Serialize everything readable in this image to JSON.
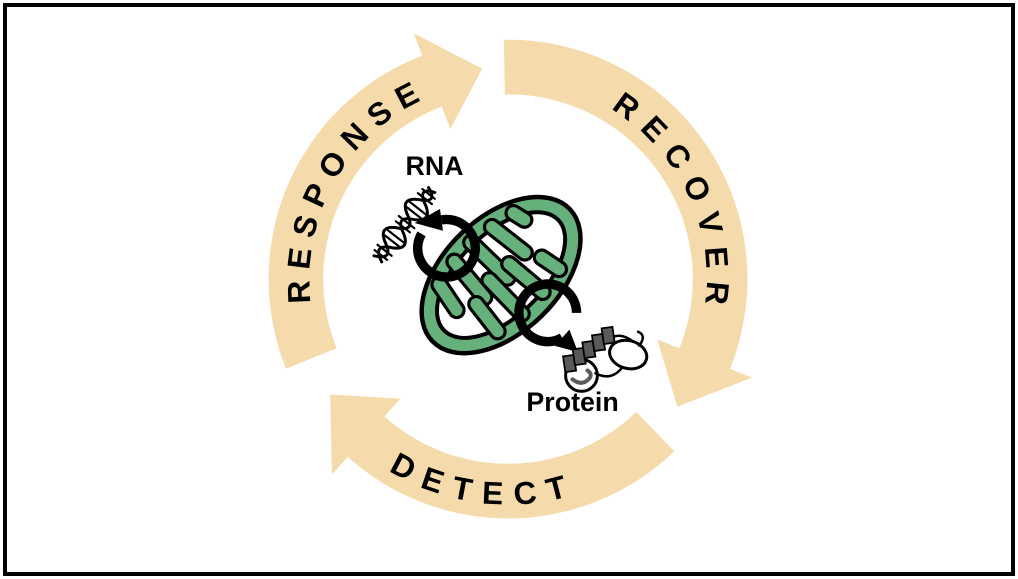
{
  "diagram": {
    "type": "cycle-diagram",
    "cycle": {
      "direction": "clockwise",
      "steps": [
        {
          "label": "RESPONSE",
          "position": "left-arc"
        },
        {
          "label": "RECOVER",
          "position": "right-arc"
        },
        {
          "label": "DETECT",
          "position": "bottom-arc"
        }
      ]
    },
    "center": {
      "organelle_icon": "mitochondrion-icon",
      "rna_label": "RNA",
      "rna_icon": "rna-helix-icon",
      "protein_label": "Protein",
      "protein_icon": "protein-ribbon-icon",
      "process_arrow_icons": [
        "circular-arrow-rna",
        "circular-arrow-protein"
      ]
    },
    "colors": {
      "arrow_band": "#F5DBAB",
      "label_text": "#000000",
      "mitochondrion_green": "#66B07C",
      "mitochondrion_outline": "#000000",
      "helix_gray": "#5A5A5A",
      "background": "#FFFFFF",
      "frame_border": "#000000"
    }
  }
}
